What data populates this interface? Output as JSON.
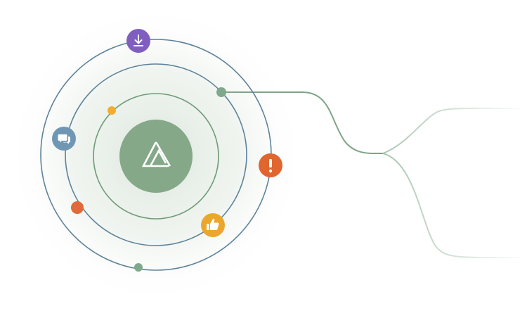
{
  "diagram": {
    "colors": {
      "background": "#ffffff",
      "glow": "#e8efe8",
      "outer_ring": "#5d8299",
      "middle_ring": "#5d8299",
      "inner_ring": "#6f9a78",
      "core": "#84a888",
      "core_logo": "#ffffff",
      "connector": "#7ea586",
      "connector_branch": "#a9c6b0",
      "download_node": "#7f5ec0",
      "chat_node": "#6f97b3",
      "alert_node": "#e0652f",
      "like_node": "#eba62c",
      "dot_green": "#7fa98a",
      "dot_orange": "#e06a3a",
      "dot_yellow": "#f0ad2f"
    },
    "core": {
      "icon": "triangle-logo-icon"
    },
    "nodes": [
      {
        "id": "download",
        "icon": "download-icon"
      },
      {
        "id": "chat",
        "icon": "chat-bubbles-icon"
      },
      {
        "id": "alert",
        "icon": "exclamation-icon"
      },
      {
        "id": "like",
        "icon": "thumbs-up-icon"
      }
    ],
    "connector": {
      "branches": 2
    }
  }
}
